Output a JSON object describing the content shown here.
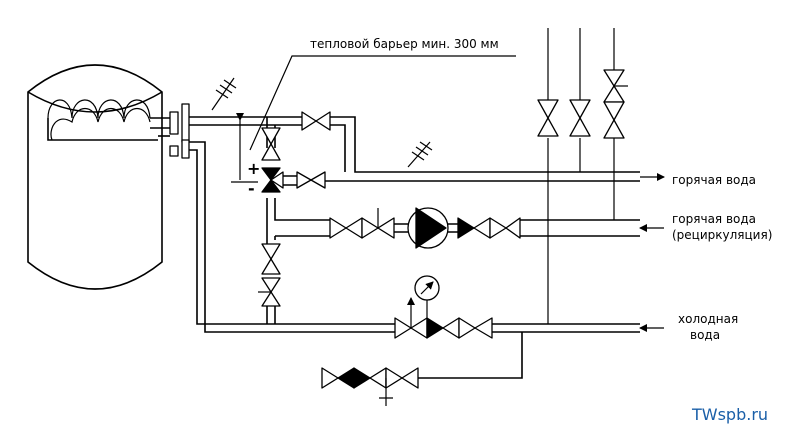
{
  "labels": {
    "thermal_barrier": "тепловой барьер мин. 300 мм",
    "hot_water": "горячая вода",
    "hot_water_recirc_line1": "горячая вода",
    "hot_water_recirc_line2": "(рециркуляция)",
    "cold_water_line1": "холодная",
    "cold_water_line2": "вода",
    "plus_sign": "+",
    "minus_sign": "-"
  },
  "watermark": "TWspb.ru"
}
